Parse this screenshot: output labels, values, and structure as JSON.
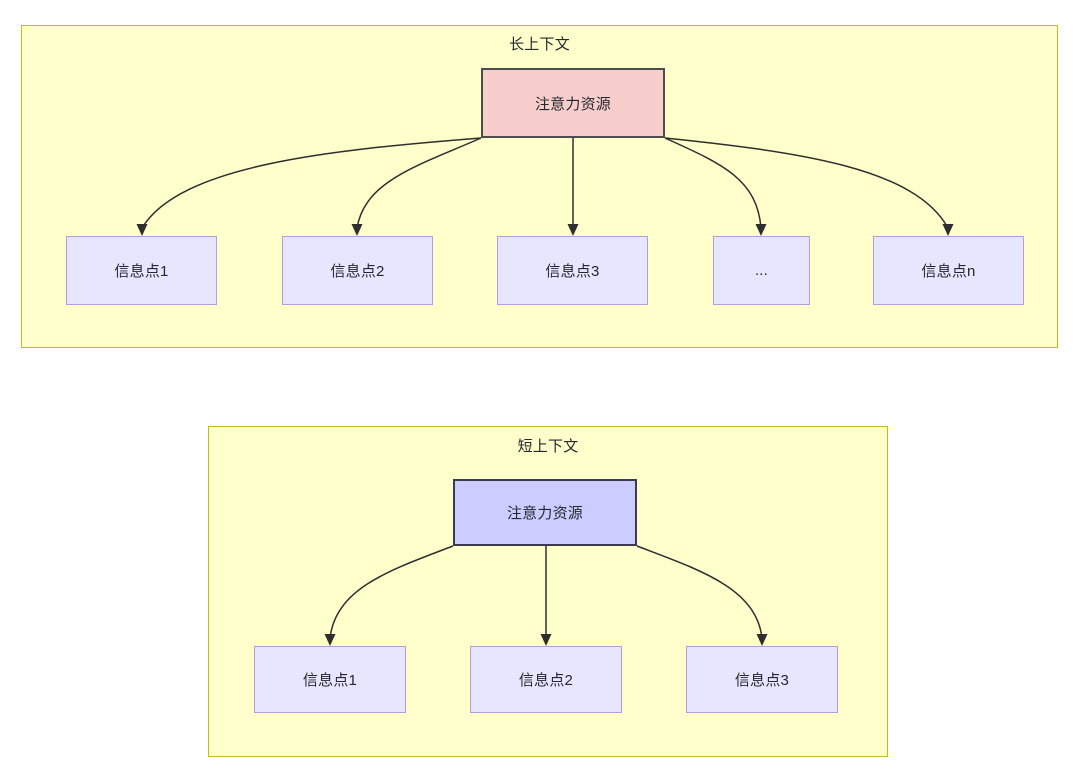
{
  "diagram": {
    "title_text": "",
    "panels": [
      {
        "id": "long-context",
        "title": "长上下文",
        "root": {
          "label": "注意力资源",
          "fill": "#f8cecc",
          "stroke": "#4d4d4d"
        },
        "children": [
          {
            "label": "信息点1"
          },
          {
            "label": "信息点2"
          },
          {
            "label": "信息点3"
          },
          {
            "label": "..."
          },
          {
            "label": "信息点n"
          }
        ]
      },
      {
        "id": "short-context",
        "title": "短上下文",
        "root": {
          "label": "注意力资源",
          "fill": "#ccccff",
          "stroke": "#3b3b4f"
        },
        "children": [
          {
            "label": "信息点1"
          },
          {
            "label": "信息点2"
          },
          {
            "label": "信息点3"
          }
        ]
      }
    ],
    "colors": {
      "panel_fill": "#ffffcc",
      "panel_stroke": "#c5ba1f",
      "info_fill": "#e6e6ff",
      "info_stroke": "#b39ddb",
      "edge_stroke": "#2e2e2e",
      "text": "#23282e"
    }
  }
}
